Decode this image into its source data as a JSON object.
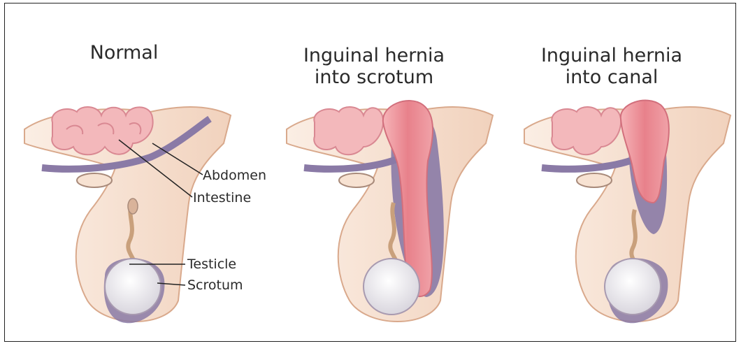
{
  "panels": [
    {
      "title_lines": [
        "Normal"
      ]
    },
    {
      "title_lines": [
        "Inguinal hernia",
        "into scrotum"
      ]
    },
    {
      "title_lines": [
        "Inguinal hernia",
        "into canal"
      ]
    }
  ],
  "labels": {
    "abdomen": "Abdomen",
    "intestine": "Intestine",
    "testicle": "Testicle",
    "scrotum": "Scrotum"
  },
  "colors": {
    "skin": "#f3dccb",
    "intestine": "#f0b3b6",
    "hernia": "#e9868f",
    "peritoneum": "#8a7aa6",
    "testicle": "#e8e6ea"
  }
}
